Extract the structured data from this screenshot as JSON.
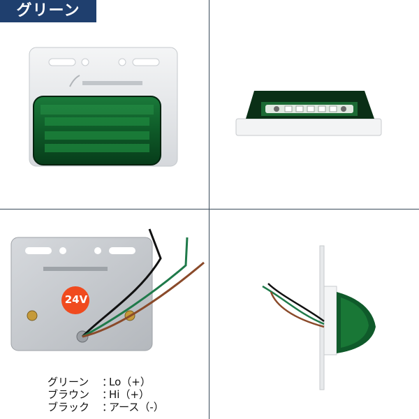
{
  "badge": {
    "label": "グリーン"
  },
  "label_24v": "24V",
  "legend": [
    {
      "name": "グリーン",
      "sep": "：",
      "value": "Lo（+）"
    },
    {
      "name": "ブラウン",
      "sep": "：",
      "value": "Hi（+）"
    },
    {
      "name": "ブラック",
      "sep": "：",
      "value": "アース（-）"
    }
  ],
  "colors": {
    "badge_bg": "#1f3f6e",
    "lens_green": "#0f5a2a",
    "plate_silver": "#c9cdd2",
    "label_orange": "#f04a1e"
  }
}
